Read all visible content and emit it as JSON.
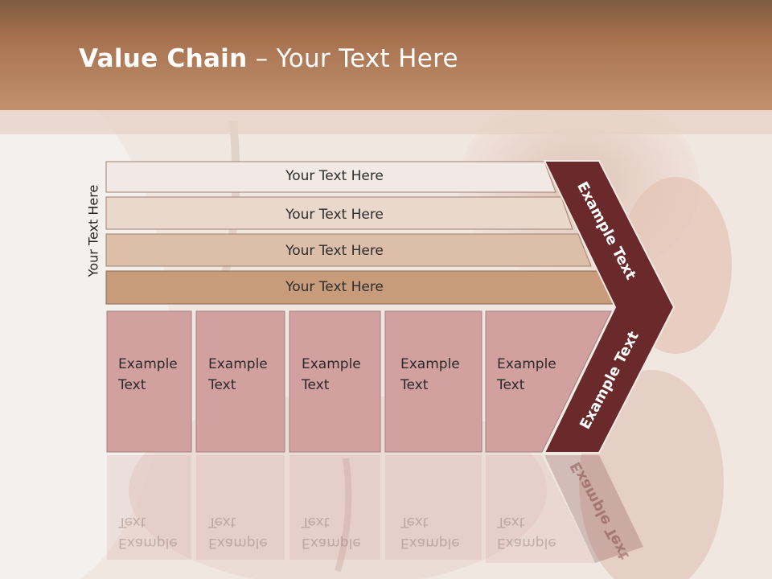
{
  "slide": {
    "title_bold": "Value Chain",
    "title_rest": " – Your Text Here",
    "side_label": "Your Text Here"
  },
  "support_rows": [
    "Your Text Here",
    "Your Text Here",
    "Your Text Here",
    "Your Text Here"
  ],
  "primary_boxes": [
    {
      "line1": "Example",
      "line2": "Text"
    },
    {
      "line1": "Example",
      "line2": "Text"
    },
    {
      "line1": "Example",
      "line2": "Text"
    },
    {
      "line1": "Example",
      "line2": "Text"
    },
    {
      "line1": "Example",
      "line2": "Text"
    }
  ],
  "margin": {
    "upper": "Example Text",
    "lower": "Example Text"
  },
  "colors": {
    "row1": "#f3e9e4",
    "row2": "#ead8cd",
    "row3": "#ddbfa9",
    "row4": "#c89c7b",
    "box_fill": "#d3a0a0",
    "chevron": "#6a2a2c",
    "header": "#b07a55"
  }
}
